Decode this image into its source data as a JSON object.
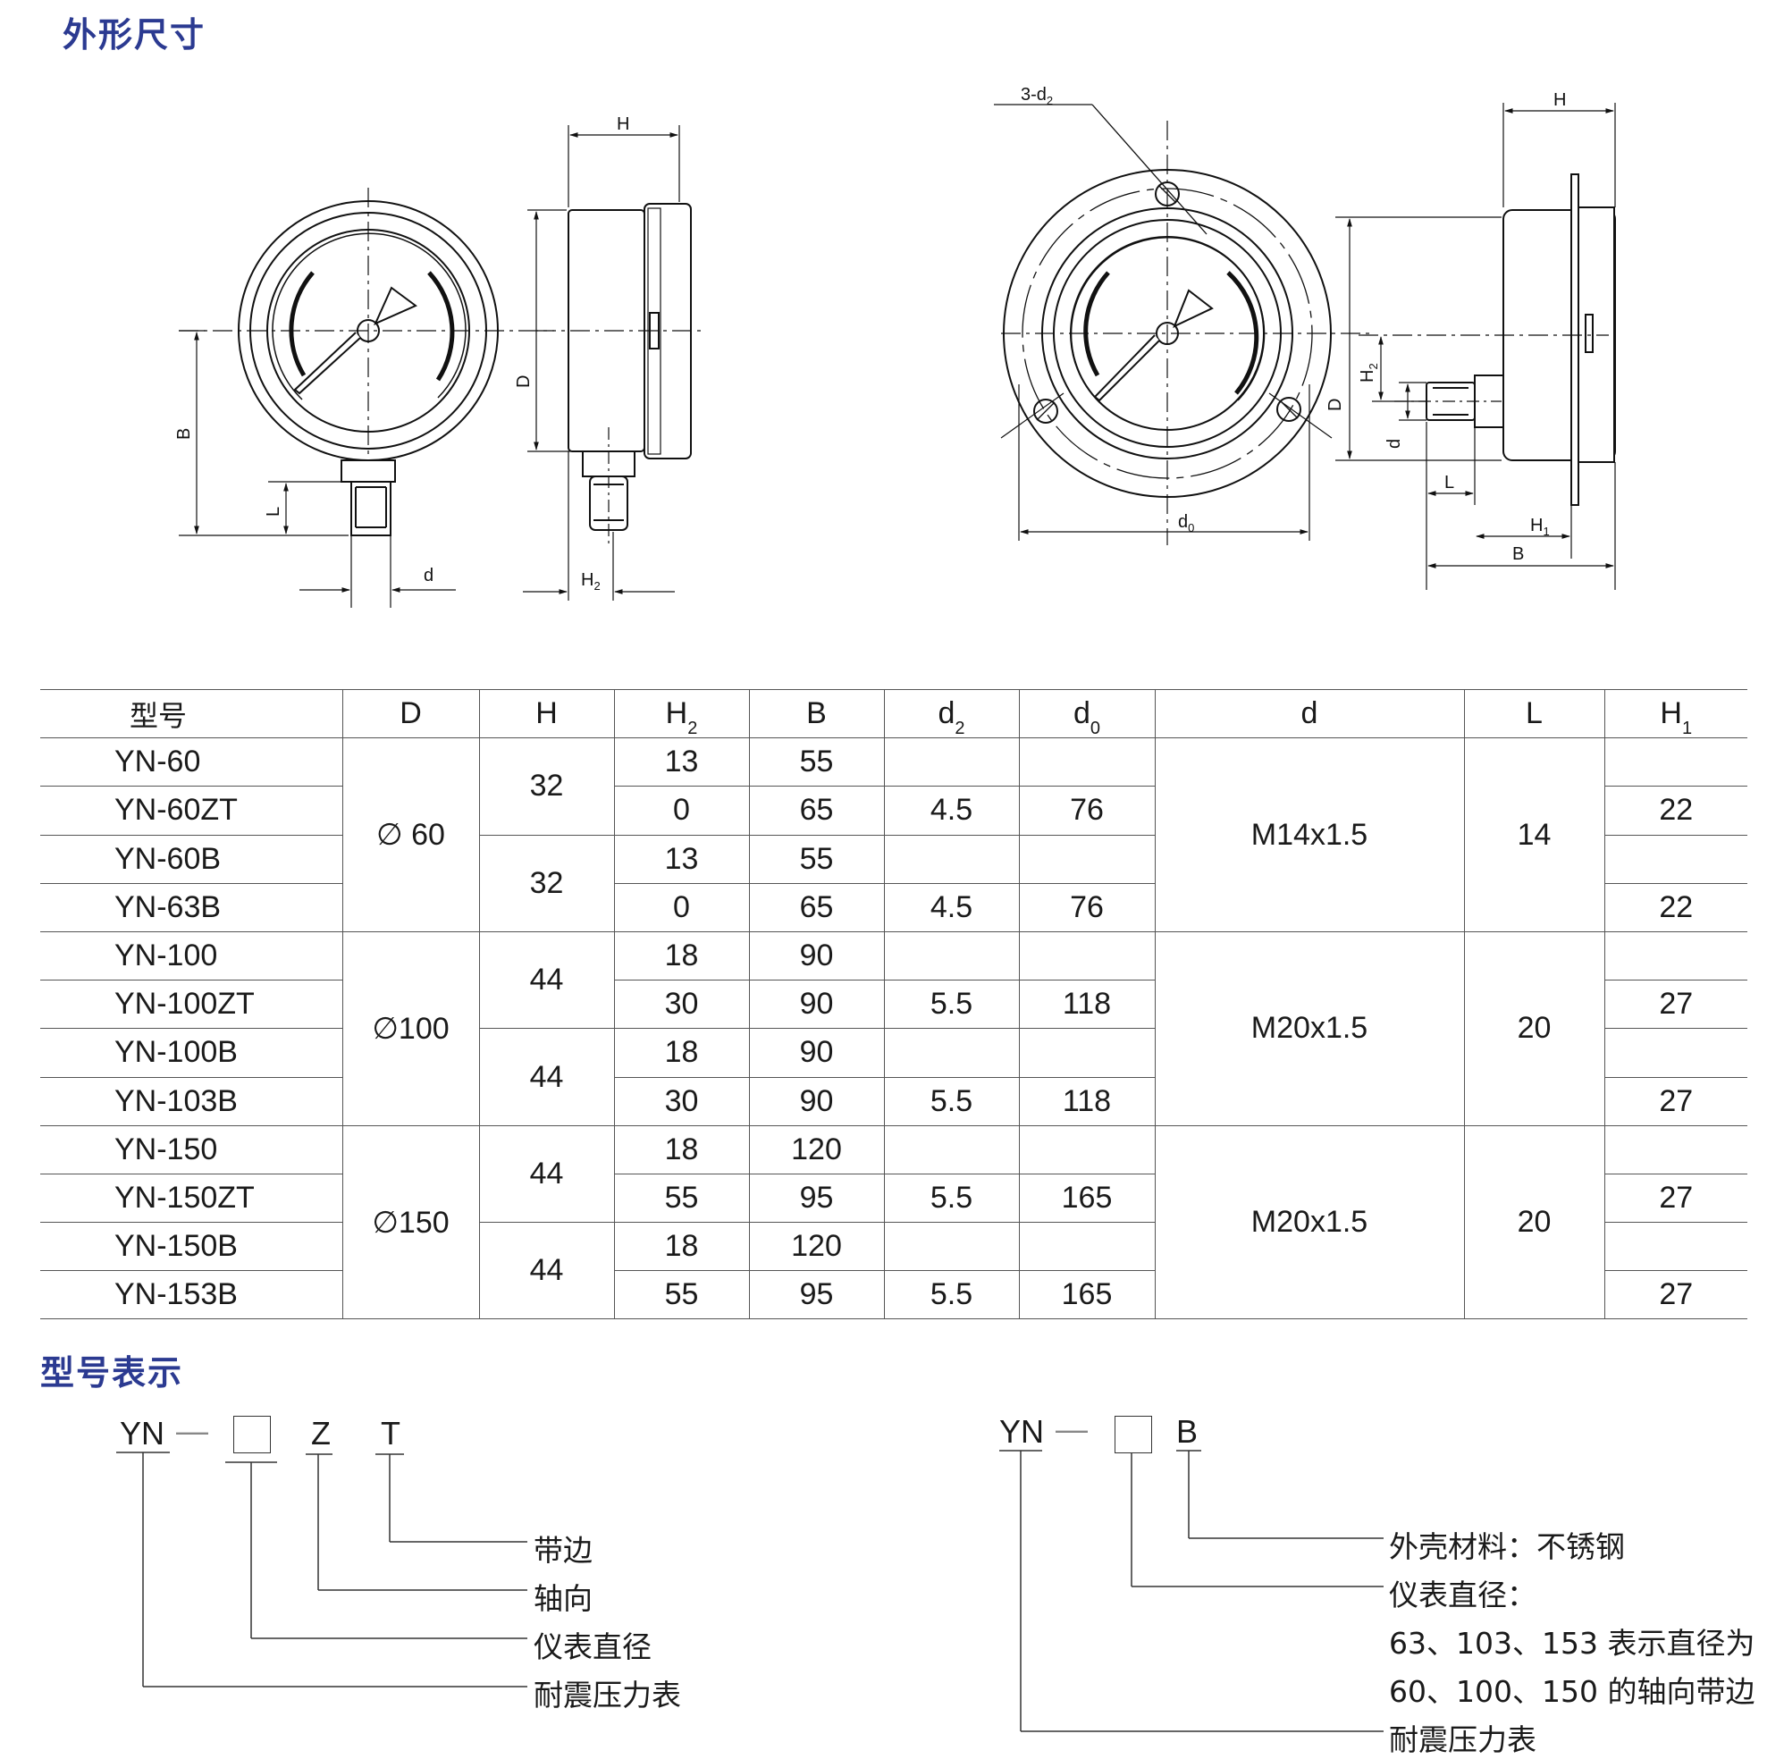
{
  "section_dimensions": {
    "title": "外形尺寸"
  },
  "section_model_code": {
    "title": "型号表示"
  },
  "drawing_labels": {
    "left_front": {
      "B": "B",
      "L": "L",
      "d": "d"
    },
    "left_side": {
      "H": "H",
      "D": "D",
      "H2": "H",
      "H2_sub": "2"
    },
    "right_front": {
      "d2": "3-d",
      "d2_sub": "2",
      "d0": "d",
      "d0_sub": "0"
    },
    "right_side": {
      "H": "H",
      "D": "D",
      "H2": "H",
      "H2_sub": "2",
      "d": "d",
      "L": "L",
      "H1": "H",
      "H1_sub": "1",
      "B": "B"
    }
  },
  "table": {
    "headers": {
      "model": "型号",
      "D": "D",
      "H": "H",
      "H2": "H",
      "H2_sub": "2",
      "B": "B",
      "d2": "d",
      "d2_sub": "2",
      "d0": "d",
      "d0_sub": "0",
      "d": "d",
      "L": "L",
      "H1": "H",
      "H1_sub": "1"
    },
    "groups": [
      {
        "D": "∅ 60",
        "thread": "M14x1.5",
        "L": "14",
        "H": [
          "32",
          "32"
        ],
        "rows": [
          {
            "model": "YN-60",
            "H2": "13",
            "B": "55",
            "d2": "",
            "d0": "",
            "H1": ""
          },
          {
            "model": "YN-60ZT",
            "H2": "0",
            "B": "65",
            "d2": "4.5",
            "d0": "76",
            "H1": "22"
          },
          {
            "model": "YN-60B",
            "H2": "13",
            "B": "55",
            "d2": "",
            "d0": "",
            "H1": ""
          },
          {
            "model": "YN-63B",
            "H2": "0",
            "B": "65",
            "d2": "4.5",
            "d0": "76",
            "H1": "22"
          }
        ]
      },
      {
        "D": "∅100",
        "thread": "M20x1.5",
        "L": "20",
        "H": [
          "44",
          "44"
        ],
        "rows": [
          {
            "model": "YN-100",
            "H2": "18",
            "B": "90",
            "d2": "",
            "d0": "",
            "H1": ""
          },
          {
            "model": "YN-100ZT",
            "H2": "30",
            "B": "90",
            "d2": "5.5",
            "d0": "118",
            "H1": "27"
          },
          {
            "model": "YN-100B",
            "H2": "18",
            "B": "90",
            "d2": "",
            "d0": "",
            "H1": ""
          },
          {
            "model": "YN-103B",
            "H2": "30",
            "B": "90",
            "d2": "5.5",
            "d0": "118",
            "H1": "27"
          }
        ]
      },
      {
        "D": "∅150",
        "thread": "M20x1.5",
        "L": "20",
        "H": [
          "44",
          "44"
        ],
        "rows": [
          {
            "model": "YN-150",
            "H2": "18",
            "B": "120",
            "d2": "",
            "d0": "",
            "H1": ""
          },
          {
            "model": "YN-150ZT",
            "H2": "55",
            "B": "95",
            "d2": "5.5",
            "d0": "165",
            "H1": "27"
          },
          {
            "model": "YN-150B",
            "H2": "18",
            "B": "120",
            "d2": "",
            "d0": "",
            "H1": ""
          },
          {
            "model": "YN-153B",
            "H2": "55",
            "B": "95",
            "d2": "5.5",
            "d0": "165",
            "H1": "27"
          }
        ]
      }
    ]
  },
  "model_code_left": {
    "prefix": "YN",
    "dash": "—",
    "z": "Z",
    "t": "T",
    "labels": [
      "带边",
      "轴向",
      "仪表直径",
      "耐震压力表"
    ]
  },
  "model_code_right": {
    "prefix": "YN",
    "dash": "—",
    "b": "B",
    "labels": [
      "外壳材料：不锈钢",
      "仪表直径：",
      "63、103、153 表示直径为",
      "60、100、150 的轴向带边",
      "耐震压力表"
    ]
  }
}
